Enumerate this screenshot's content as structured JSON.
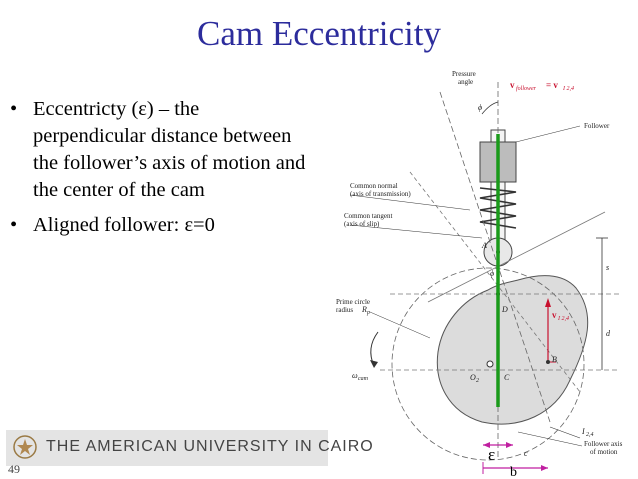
{
  "slide": {
    "title": "Cam Eccentricity",
    "page_number": "49"
  },
  "bullets": [
    "Eccentricty (ε) – the perpendicular distance between the follower’s axis of motion and the center of the cam",
    "Aligned follower: ε=0"
  ],
  "footer": {
    "university": "THE AMERICAN UNIVERSITY IN CAIRO",
    "seal_icon": "auc-seal-icon"
  },
  "diagram": {
    "labels": {
      "pressure_angle": [
        "Pressure",
        "angle"
      ],
      "phi": "ϕ",
      "v_follower": "v",
      "v_follower_sub": "follower",
      "v_follower_eq": "= v",
      "v_follower_eq_sub": "I 2,4",
      "follower": "Follower",
      "common_normal": [
        "Common normal",
        "(axis of transmission)"
      ],
      "common_tangent": [
        "Common tangent",
        "(axis of slip)"
      ],
      "prime_circle": [
        "Prime circle",
        "radius"
      ],
      "rp": "R",
      "rp_sub": "p",
      "omega": "ω",
      "omega_sub": "cam",
      "point_a": "A",
      "point_d": "D",
      "point_b": "B",
      "point_c": "C",
      "point_o2": "O",
      "point_o2_sub": "2",
      "s": "s",
      "d": "d",
      "c": "c",
      "v_i24": "v",
      "v_i24_sub": "I 2,4",
      "i24": "I",
      "i24_sub": "2,4",
      "follower_axis": [
        "Follower axis",
        "of motion"
      ],
      "epsilon": "ε",
      "b": "b"
    },
    "colors": {
      "green": "#1a9a1a",
      "red": "#c8102e",
      "magenta": "#c01fa0",
      "cam_fill": "#dcdcdc"
    }
  }
}
